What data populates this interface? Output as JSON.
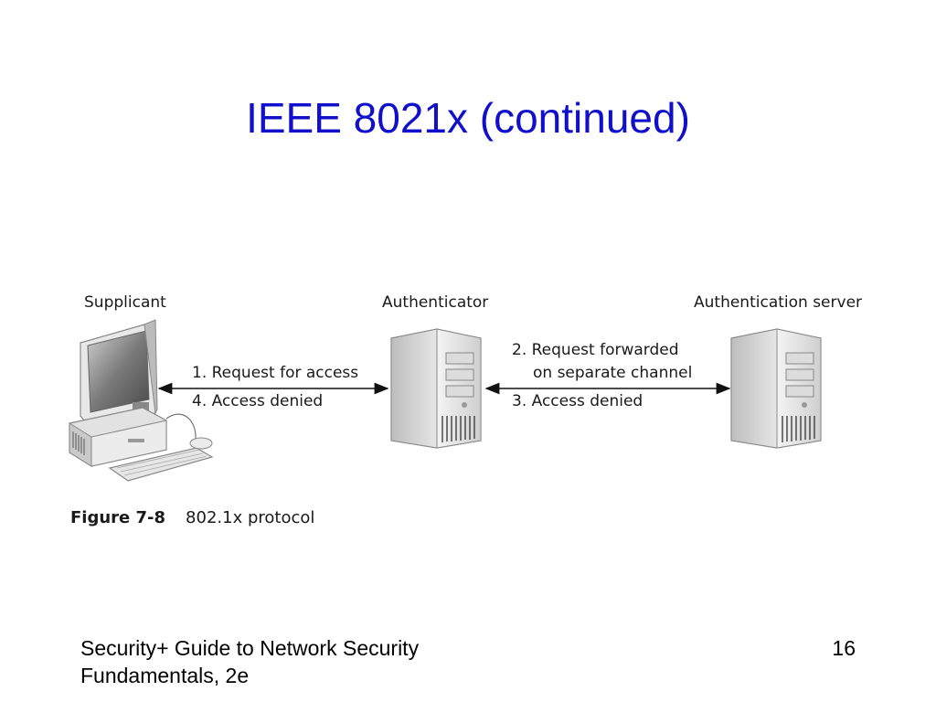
{
  "slide": {
    "title": "IEEE 8021x (continued)",
    "footer_left_line1": "Security+ Guide to Network Security",
    "footer_left_line2": "Fundamentals, 2e",
    "page_number": "16"
  },
  "figure": {
    "nodes": {
      "supplicant": "Supplicant",
      "authenticator": "Authenticator",
      "server": "Authentication server"
    },
    "left_link": {
      "msg_1": "1. Request for access",
      "msg_4": "4. Access denied"
    },
    "right_link": {
      "msg_2_line1": "2. Request forwarded",
      "msg_2_line2": "on separate channel",
      "msg_3": "3. Access denied"
    },
    "caption_number": "Figure 7-8",
    "caption_text": "802.1x protocol"
  }
}
